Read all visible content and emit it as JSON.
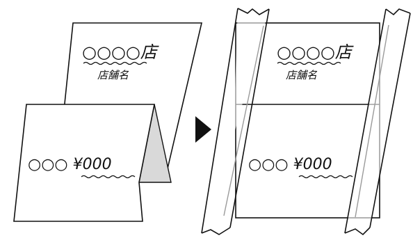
{
  "left_card": {
    "store_text": "○○○○店",
    "store_label": "店舗名",
    "price_text": "○○○ ¥000"
  },
  "arrow": {
    "symbol": "▶"
  },
  "right_card": {
    "store_text": "○○○○店",
    "store_label": "店舗名",
    "price_text": "○○○ ¥000"
  },
  "colors": {
    "stroke": "#111111",
    "fold_shadow": "#d9d9d9",
    "tape_edge": "#9a9a9a",
    "background": "#ffffff"
  }
}
